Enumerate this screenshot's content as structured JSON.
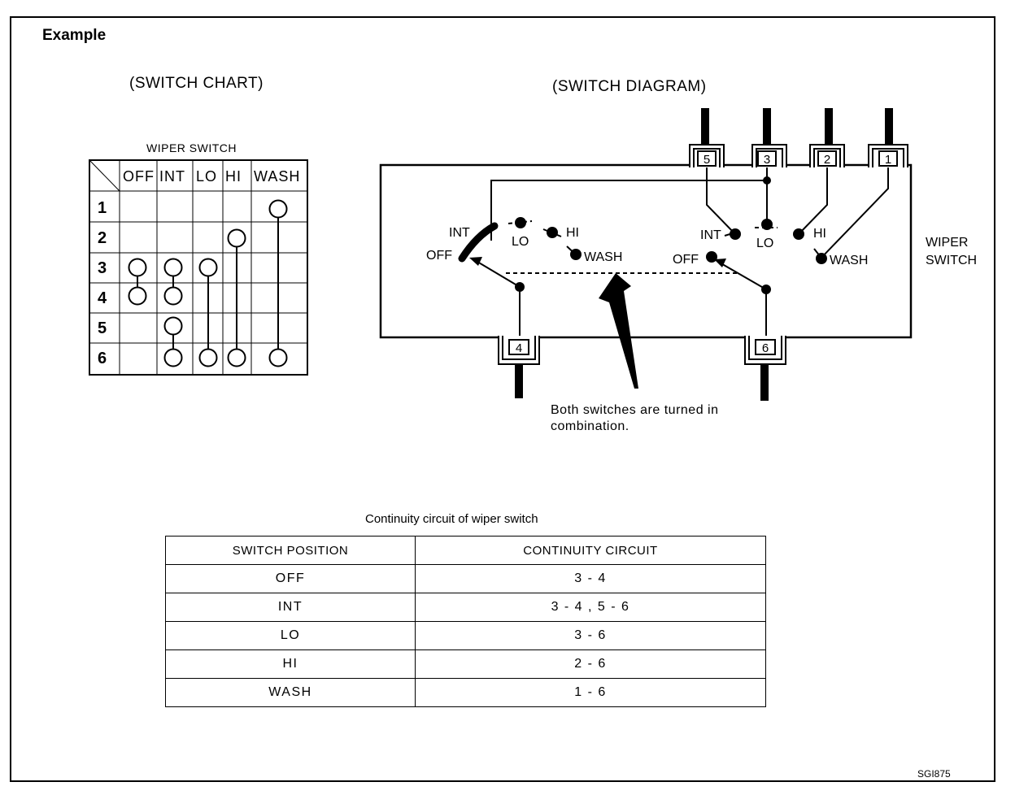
{
  "header": {
    "label": "Example",
    "chart_title": "(SWITCH CHART)",
    "diagram_title": "(SWITCH DIAGRAM)",
    "figure_id": "SGI875"
  },
  "switch_chart": {
    "caption": "WIPER SWITCH",
    "columns": [
      "OFF",
      "INT",
      "LO",
      "HI",
      "WASH"
    ],
    "rows": [
      "1",
      "2",
      "3",
      "4",
      "5",
      "6"
    ],
    "continuity": {
      "OFF": [
        "3",
        "4"
      ],
      "INT": [
        "3",
        "4",
        "5",
        "6"
      ],
      "LO": [
        "3",
        "6"
      ],
      "HI": [
        "2",
        "6"
      ],
      "WASH": [
        "1",
        "6"
      ]
    }
  },
  "switch_diagram": {
    "top_terminals": [
      "5",
      "3",
      "2",
      "1"
    ],
    "bottom_terminals": [
      "4",
      "6"
    ],
    "left_positions": [
      "INT",
      "LO",
      "HI",
      "OFF",
      "WASH"
    ],
    "right_positions": [
      "INT",
      "LO",
      "HI",
      "OFF",
      "WASH"
    ],
    "side_label": [
      "WIPER",
      "SWITCH"
    ],
    "annotation": [
      "Both switches are turned in",
      "combination."
    ]
  },
  "continuity_table": {
    "caption": "Continuity circuit of wiper switch",
    "headers": [
      "SWITCH POSITION",
      "CONTINUITY CIRCUIT"
    ],
    "rows": [
      {
        "position": "OFF",
        "circuit": "3 - 4"
      },
      {
        "position": "INT",
        "circuit": "3 - 4 , 5 - 6"
      },
      {
        "position": "LO",
        "circuit": "3 - 6"
      },
      {
        "position": "HI",
        "circuit": "2 - 6"
      },
      {
        "position": "WASH",
        "circuit": "1 - 6"
      }
    ]
  }
}
